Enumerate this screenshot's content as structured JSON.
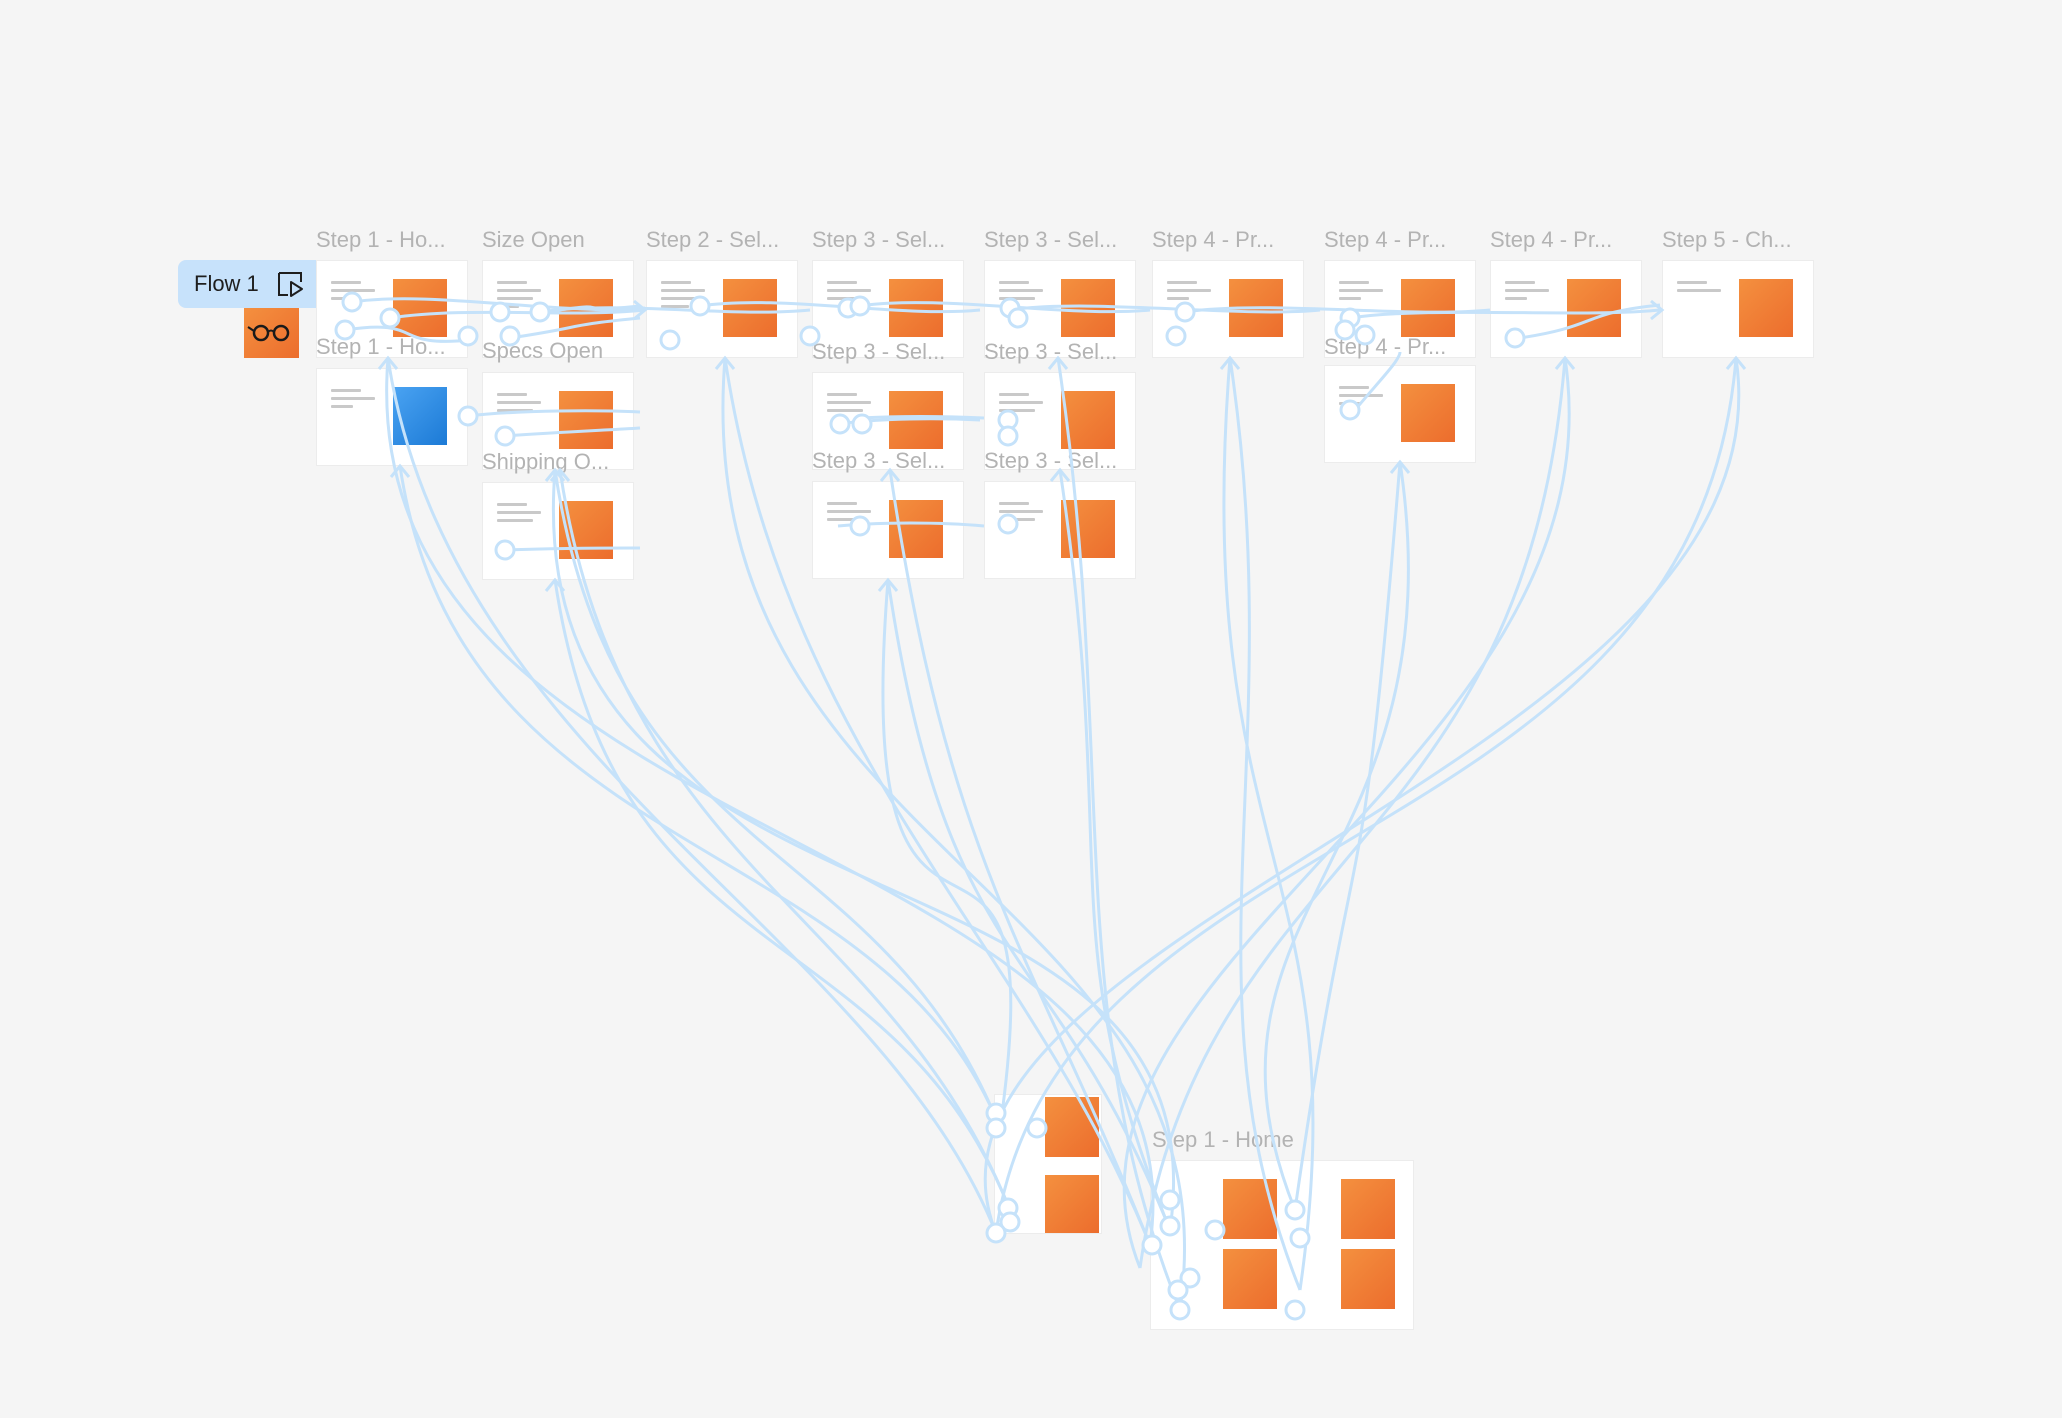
{
  "flow": {
    "label": "Flow 1",
    "play_icon": "play-frame-icon"
  },
  "frames": [
    {
      "label": "Step 1 - Ho...",
      "photo": "orange"
    },
    {
      "label": "Size Open",
      "photo": "orange"
    },
    {
      "label": "Step 2 - Sel...",
      "photo": "orange"
    },
    {
      "label": "Step 3 - Sel...",
      "photo": "orange"
    },
    {
      "label": "Step 3 - Sel...",
      "photo": "orange"
    },
    {
      "label": "Step 4 - Pr...",
      "photo": "orange"
    },
    {
      "label": "Step 4 - Pr...",
      "photo": "orange"
    },
    {
      "label": "Step 4 - Pr...",
      "photo": "orange"
    },
    {
      "label": "Step 5 - Ch...",
      "photo": "orange"
    },
    {
      "label": "Step 1 - Ho...",
      "photo": "blue"
    },
    {
      "label": "Specs Open",
      "photo": "orange"
    },
    {
      "label": "Shipping O...",
      "photo": "orange"
    },
    {
      "label": "Step 3 - Sel...",
      "photo": "orange"
    },
    {
      "label": "Step 3 - Sel...",
      "photo": "orange"
    },
    {
      "label": "Step 3 - Sel...",
      "photo": "orange"
    },
    {
      "label": "Step 3 - Sel...",
      "photo": "orange"
    },
    {
      "label": "Step 4 - Pr...",
      "photo": "orange"
    },
    {
      "label": "Step 1 - Home",
      "photo": "orange"
    },
    {
      "label": "",
      "photo": "orange"
    }
  ],
  "colors": {
    "canvas": "#f5f5f5",
    "connector": "#c5e2fa",
    "flow_badge": "#c7e2fb",
    "frame_label": "#b3b3b3",
    "product_orange": "#ec6d2d",
    "product_blue": "#1c7ad6"
  }
}
